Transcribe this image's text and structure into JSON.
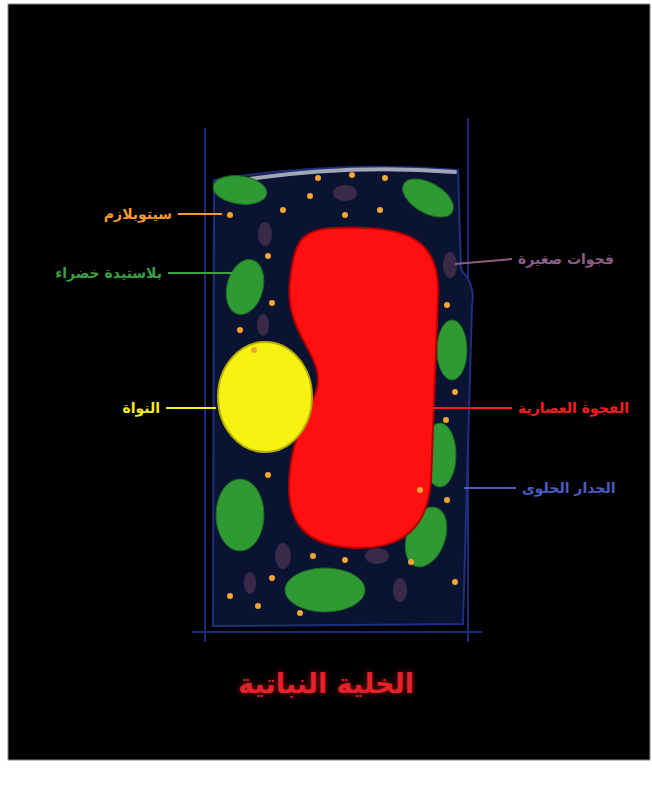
{
  "diagram": {
    "caption": "الخلية النباتية",
    "labels": [
      "سيتوبلازم",
      "فجوات صغيرة",
      "بلاستيدة خضراء",
      "النواة",
      "الفجوة العصارية",
      "الجدار الخلوى"
    ]
  }
}
